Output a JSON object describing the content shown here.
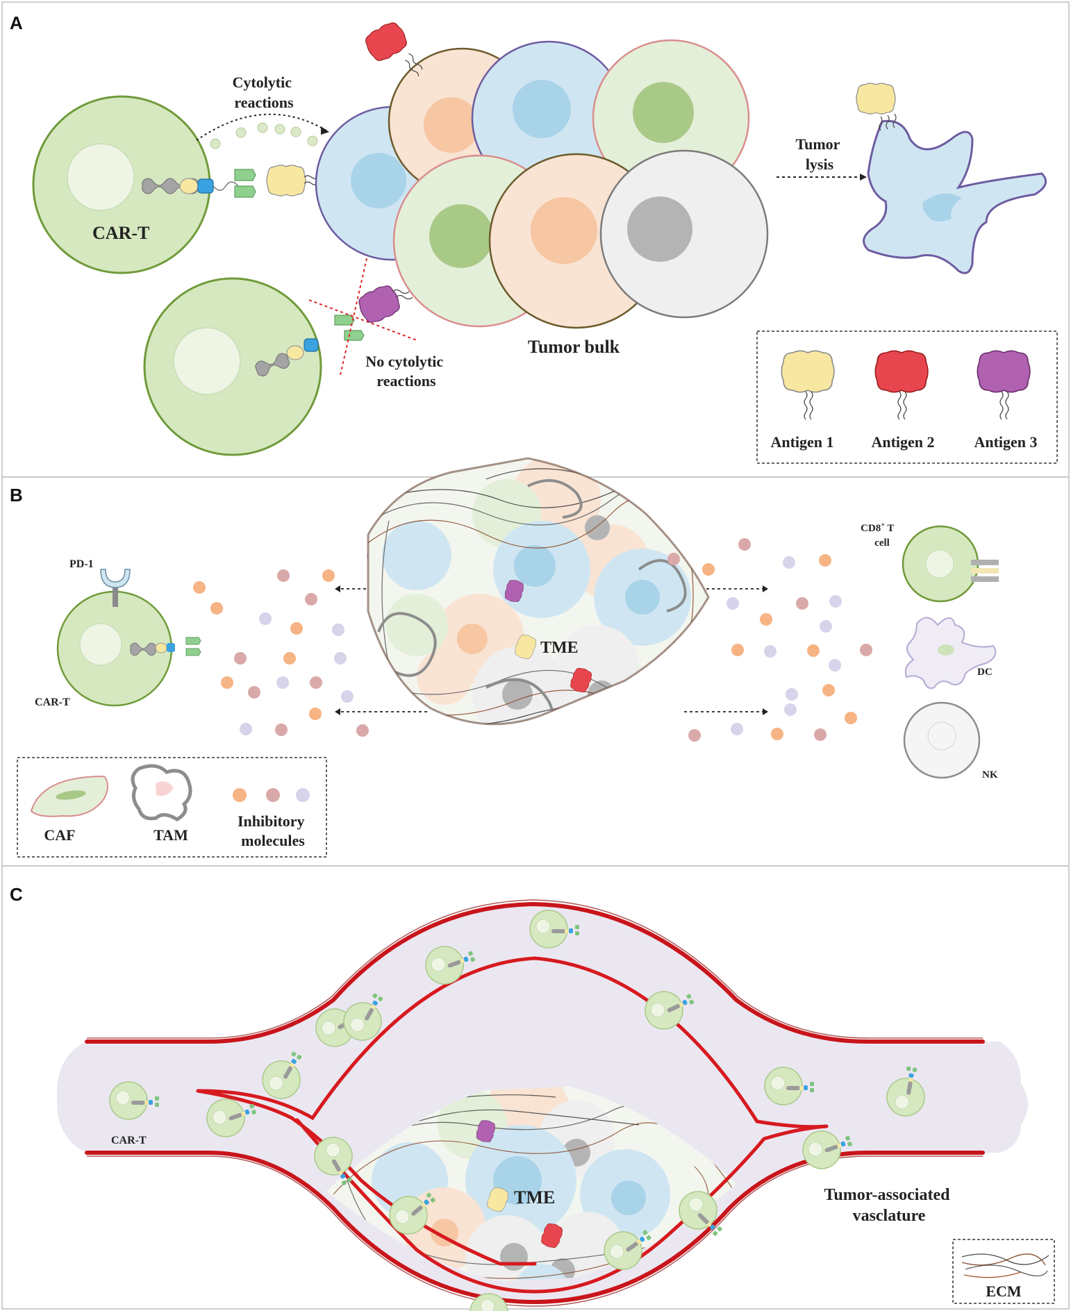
{
  "colors": {
    "cart_fill": "#d6e8c0",
    "cart_stroke": "#6f9a3a",
    "cart_nucleus": "#eef5e4",
    "antigen1": "#f7e7a1",
    "antigen2": "#e8464f",
    "antigen3": "#b061b0",
    "tumor_blue": "#cfe6f2",
    "tumor_peach": "#f9e3d3",
    "tumor_green": "#e4efd9",
    "tumor_grey": "#efefef",
    "vessel": "#c8151b",
    "vessel_lumen": "#ebe7f1",
    "inhib_orange": "#f6b383",
    "inhib_pink": "#d9a9a9",
    "inhib_lavender": "#d6d3ea"
  },
  "panelA": {
    "letter": "A",
    "cytolytic": [
      "Cytolytic",
      "reactions"
    ],
    "cart_label": "CAR-T",
    "tumor_lysis": [
      "Tumor",
      "lysis"
    ],
    "no_cytolytic": [
      "No cytolytic",
      "reactions"
    ],
    "tumor_bulk": "Tumor bulk",
    "legend": [
      "Antigen 1",
      "Antigen 2",
      "Antigen 3"
    ]
  },
  "panelB": {
    "letter": "B",
    "pd1": "PD-1",
    "cart_label": "CAR-T",
    "tme": "TME",
    "cd8_line1": "CD8",
    "cd8_sup": "+",
    "cd8_after": " T",
    "cd8_line2": "cell",
    "dc": "DC",
    "nk": "NK",
    "legend": {
      "caf": "CAF",
      "tam": "TAM",
      "inhibitory": [
        "Inhibitory",
        "molecules"
      ]
    }
  },
  "panelC": {
    "letter": "C",
    "cart_label": "CAR-T",
    "tme": "TME",
    "vasculature": [
      "Tumor-associated",
      "vasclature"
    ],
    "ecm_label": "ECM"
  }
}
